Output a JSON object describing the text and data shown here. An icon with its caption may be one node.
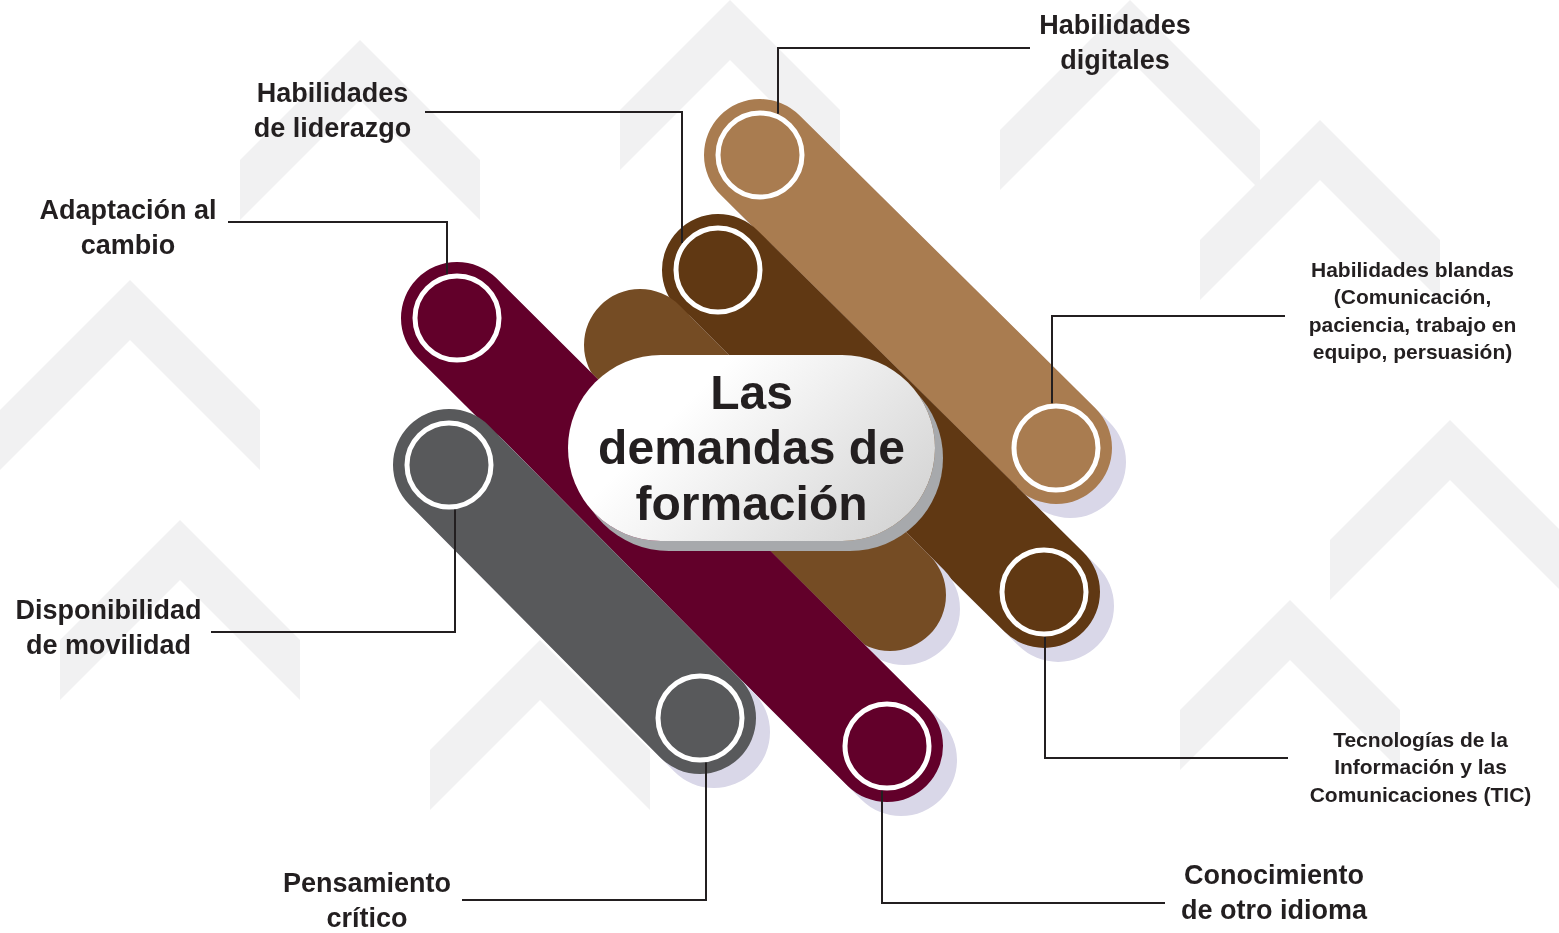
{
  "diagram": {
    "nodes": [
      {
        "text": [
          "Habilidades digitales"
        ]
      },
      {
        "text": [
          "Habilidades de liderazgo"
        ]
      },
      {
        "text": [
          "Adaptación al cambio"
        ]
      },
      {
        "text": [
          "Habilidades blandas (Comunicación, paciencia, trabajo en equipo, persuasión)"
        ]
      },
      {
        "text": [
          "Las demandas de formación"
        ]
      },
      {
        "text": [
          "Disponibilidad de movilidad"
        ]
      },
      {
        "text": [
          "Tecnologías de la Información y las Comunicaciones (TIC)"
        ]
      },
      {
        "text": [
          "Pensamiento crítico"
        ]
      },
      {
        "text": [
          "Conocimiento de otro idioma"
        ]
      },
      {
        "text": [],
        "shape": "circle"
      },
      {
        "text": [],
        "shape": "circle"
      },
      {
        "text": [],
        "shape": "circle"
      },
      {
        "text": [],
        "shape": "circle"
      },
      {
        "text": [],
        "shape": "circle"
      },
      {
        "text": [],
        "shape": "circle"
      },
      {
        "text": [],
        "shape": "circle"
      },
      {
        "text": [],
        "shape": "circle"
      }
    ],
    "edges": [
      {
        "from": 0,
        "to": 9,
        "arrow": "none"
      },
      {
        "from": 1,
        "to": 10,
        "arrow": "none"
      },
      {
        "from": 2,
        "to": 11,
        "arrow": "none"
      },
      {
        "from": 3,
        "to": 12,
        "arrow": "none"
      },
      {
        "from": 5,
        "to": 13,
        "arrow": "none"
      },
      {
        "from": 6,
        "to": 14,
        "arrow": "none"
      },
      {
        "from": 7,
        "to": 15,
        "arrow": "none"
      },
      {
        "from": 8,
        "to": 16,
        "arrow": "none"
      }
    ]
  }
}
